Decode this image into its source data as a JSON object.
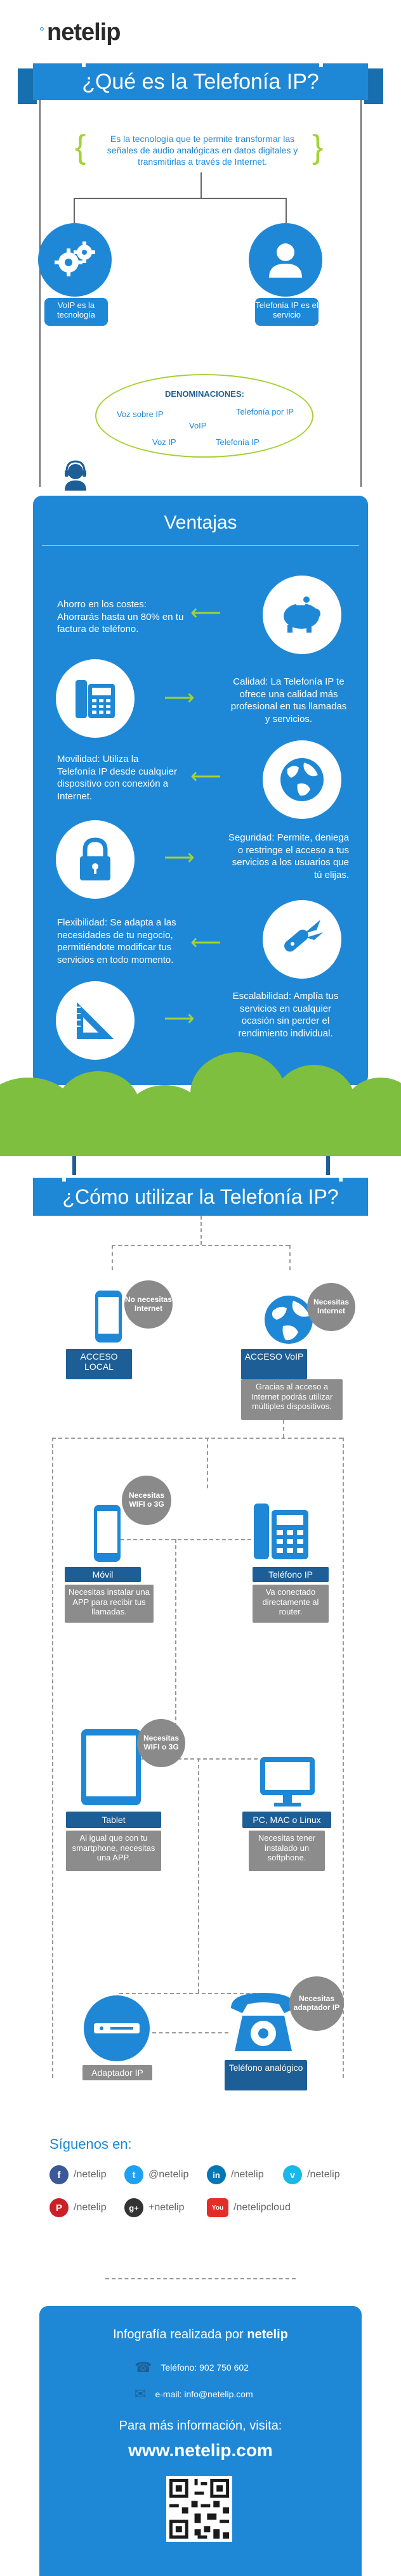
{
  "brand": {
    "name": "netelip"
  },
  "section1": {
    "title": "¿Qué es la Telefonía IP?",
    "definition": "Es la tecnología que te permite transformar las señales de audio analógicas en datos digitales y transmitirlas a través de Internet.",
    "voip_label": "VoIP es la tecnología",
    "telefonia_label": "Telefonía IP es el servicio",
    "denominaciones_title": "DENOMINACIONES:",
    "denominaciones": [
      "Voz sobre IP",
      "VoIP",
      "Telefonía por IP",
      "Voz IP",
      "Telefonía IP"
    ]
  },
  "ventajas": {
    "title": "Ventajas",
    "items": [
      "Ahorro en los costes: Ahorrarás hasta un 80% en tu factura de teléfono.",
      "Calidad: La Telefonía IP te ofrece una calidad más profesional en tus llamadas y servicios.",
      "Movilidad: Utiliza la Telefonía IP desde cualquier dispositivo con conexión a Internet.",
      "Seguridad: Permite, deniega o restringe el acceso a tus servicios a los usuarios que tú elijas.",
      "Flexibilidad: Se adapta a las necesidades de tu negocio, permitiéndote modificar tus servicios en todo momento.",
      "Escalabilidad: Amplía tus servicios en cualquier ocasión sin perder el rendimiento individual."
    ]
  },
  "section2": {
    "title": "¿Cómo utilizar la Telefonía IP?",
    "no_internet": "No necesitas Internet",
    "si_internet": "Necesitas Internet",
    "acceso_local": "ACCESO LOCAL",
    "acceso_voip": "ACCESO VoIP",
    "voip_desc": "Gracias al acceso a Internet podrás utilizar múltiples dispositivos.",
    "wifi1": "Necesitas WIFI o 3G",
    "movil": "Móvil",
    "movil_desc": "Necesitas instalar una APP para recibir tus llamadas.",
    "telefono_ip": "Teléfono IP",
    "telefono_ip_desc": "Va conectado directamente al router.",
    "wifi2": "Necesitas WIFI o 3G",
    "tablet": "Tablet",
    "tablet_desc": "Al igual que con tu smartphone, necesitas una APP.",
    "pc": "PC, MAC o Linux",
    "pc_desc": "Necesitas tener instalado un softphone.",
    "adaptador_need": "Necesitas adaptador IP",
    "adaptador": "Adaptador IP",
    "analogico": "Teléfono analógico"
  },
  "social": {
    "title": "Síguenos en:",
    "items": [
      {
        "letter": "f",
        "handle": "/netelip",
        "color": "#3b5998"
      },
      {
        "letter": "t",
        "handle": "@netelip",
        "color": "#1da1f2"
      },
      {
        "letter": "in",
        "handle": "/netelip",
        "color": "#0077b5"
      },
      {
        "letter": "v",
        "handle": "/netelip",
        "color": "#1ab7ea"
      },
      {
        "letter": "P",
        "handle": "/netelip",
        "color": "#cb2027"
      },
      {
        "letter": "g+",
        "handle": "+netelip",
        "color": "#333333"
      },
      {
        "letter": "You",
        "handle": "/netelipcloud",
        "color": "#e52d27"
      }
    ]
  },
  "footer": {
    "infografia": "Infografía realizada por",
    "infografia_brand": "netelip",
    "telefono": "Teléfono: 902 750 602",
    "email": "e-mail: info@netelip.com",
    "mas_info": "Para más información, visita:",
    "web": "www.netelip.com"
  }
}
